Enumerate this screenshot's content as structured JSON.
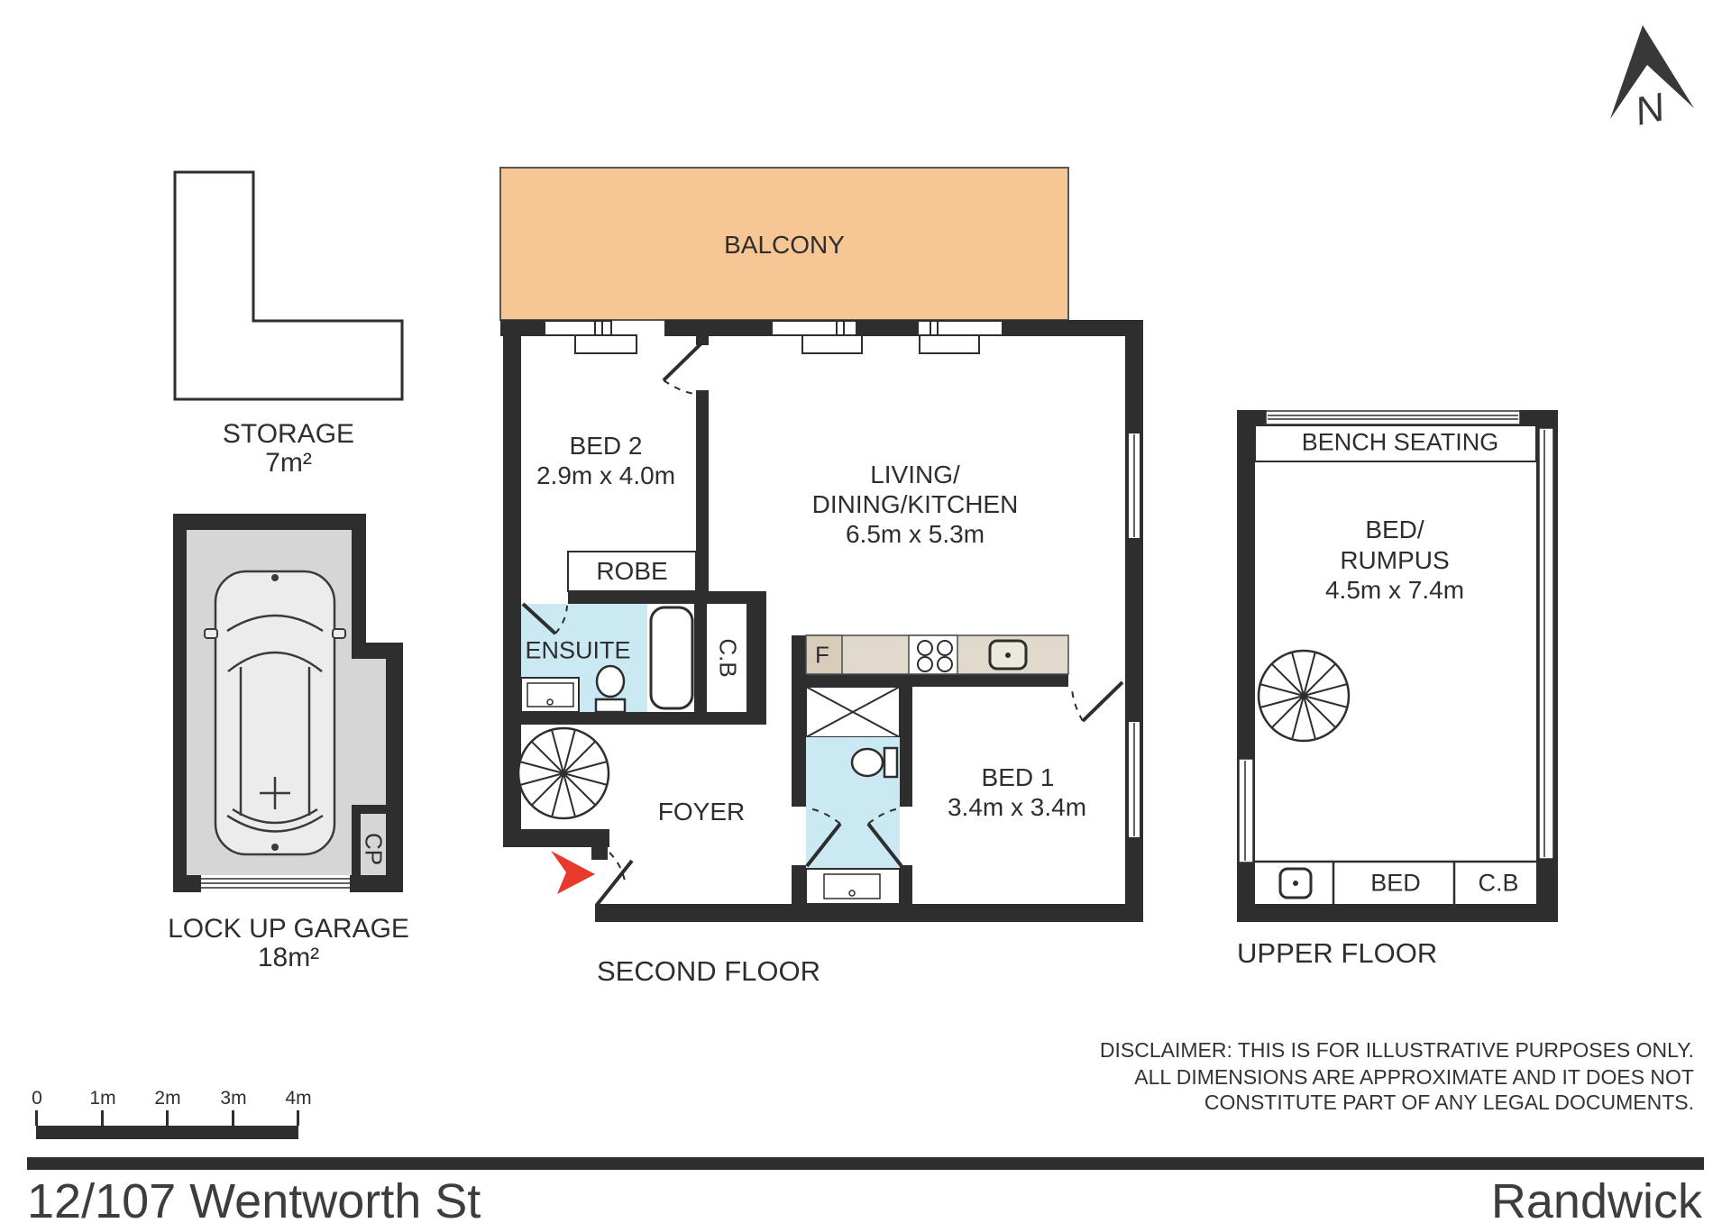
{
  "north": {
    "label": "N"
  },
  "storage": {
    "name": "STORAGE",
    "area": "7m²"
  },
  "garage": {
    "name": "LOCK UP GARAGE",
    "area": "18m²",
    "carport": "CP"
  },
  "second_floor": {
    "title": "SECOND FLOOR",
    "balcony": "BALCONY",
    "bed2_name": "BED 2",
    "bed2_dims": "2.9m x 4.0m",
    "robe": "ROBE",
    "ensuite": "ENSUITE",
    "cupboard": "C.B",
    "living_line1": "LIVING/",
    "living_line2": "DINING/KITCHEN",
    "living_dims": "6.5m x 5.3m",
    "fridge": "F",
    "bed1_name": "BED 1",
    "bed1_dims": "3.4m x 3.4m",
    "foyer": "FOYER"
  },
  "upper_floor": {
    "title": "UPPER FLOOR",
    "bench": "BENCH SEATING",
    "bedrumpus_line1": "BED/",
    "bedrumpus_line2": "RUMPUS",
    "bedrumpus_dims": "4.5m x 7.4m",
    "bed": "BED",
    "cupboard": "C.B"
  },
  "scale_bar": {
    "labels": [
      "0",
      "1m",
      "2m",
      "3m",
      "4m"
    ]
  },
  "disclaimer": [
    "DISCLAIMER: THIS IS FOR ILLUSTRATIVE PURPOSES ONLY.",
    "ALL DIMENSIONS ARE APPROXIMATE AND IT DOES NOT",
    "CONSTITUTE PART OF ANY LEGAL DOCUMENTS."
  ],
  "footer": {
    "address": "12/107 Wentworth St",
    "suburb": "Randwick"
  },
  "colors": {
    "wall": "#2e2e2e",
    "balcony": "#F6C794",
    "wet_area": "#CAE9F3",
    "counter": "#E0DACD",
    "fridge_box": "#D8CDBA",
    "garage_floor": "#D6D6D6",
    "entry_arrow": "#E8392B"
  }
}
